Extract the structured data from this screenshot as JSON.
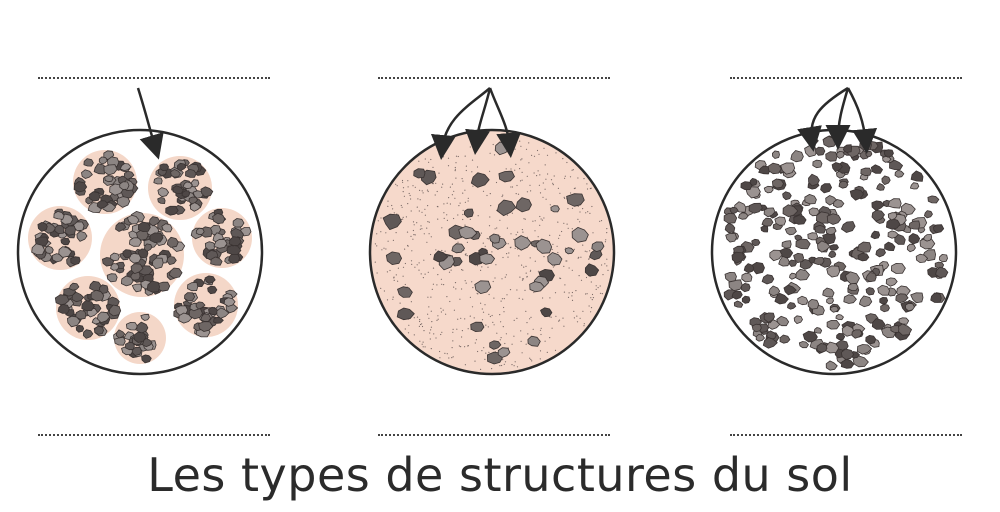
{
  "title": "Les types de structures du sol",
  "colors": {
    "outline": "#2a2a2a",
    "aggregate_fill": "#f4d7c8",
    "matrix_fill": "#f6d9cb",
    "stone_light": "#8c8583",
    "stone_mid": "#6e6664",
    "stone_dark": "#4e4746",
    "arrow": "#2a2a2a"
  },
  "panels": [
    {
      "id": "grumeleuse",
      "label_top": "",
      "label_bottom": ""
    },
    {
      "id": "continue",
      "label_top": "",
      "label_bottom": ""
    },
    {
      "id": "particulaire",
      "label_top": "",
      "label_bottom": ""
    }
  ]
}
